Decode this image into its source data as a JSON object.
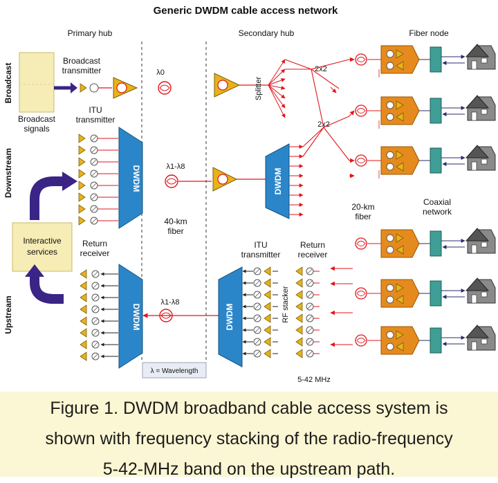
{
  "title": "Generic DWDM cable access network",
  "sections": {
    "primary_hub": "Primary hub",
    "secondary_hub": "Secondary hub",
    "fiber_node": "Fiber node"
  },
  "side_labels": {
    "broadcast": "Broadcast",
    "downstream": "Downstream",
    "upstream": "Upstream"
  },
  "labels": {
    "broadcast_signals_1": "Broadcast",
    "broadcast_signals_2": "signals",
    "broadcast_tx_1": "Broadcast",
    "broadcast_tx_2": "transmitter",
    "itu_tx_1": "ITU",
    "itu_tx_2": "transmitter",
    "interactive_1": "Interactive",
    "interactive_2": "services",
    "return_rx_1": "Return",
    "return_rx_2": "receiver",
    "dwdm": "DWDM",
    "lambda_0": "λ0",
    "lambda_1_8": "λ1-λ8",
    "fiber_40_1": "40-km",
    "fiber_40_2": "fiber",
    "splitter": "Splitter",
    "coupler_1": "2x2",
    "coupler_2": "2x2",
    "sec_itu_1": "ITU",
    "sec_itu_2": "transmitter",
    "sec_return_1": "Return",
    "sec_return_2": "receiver",
    "rf_stacker": "RF stacker",
    "band": "5-42 MHz",
    "fiber_20_1": "20-km",
    "fiber_20_2": "fiber",
    "coax_1": "Coaxial",
    "coax_2": "network",
    "wavelength_legend": "λ = Wavelength"
  },
  "caption": {
    "line1": "Figure 1. DWDM broadband cable access system is",
    "line2": "shown with frequency stacking of the radio-frequency",
    "line3": "5-42-MHz band on the upstream path."
  },
  "colors": {
    "amplifier": "#e9b21a",
    "dwdm": "#2b86c9",
    "node": "#e58a1c",
    "coax_box": "#3f9e95",
    "arrow_dark": "#3a2486",
    "signal_red": "#e3141b",
    "hub_box": "#f6ecb5",
    "caption_bg": "#fbf6d3"
  }
}
